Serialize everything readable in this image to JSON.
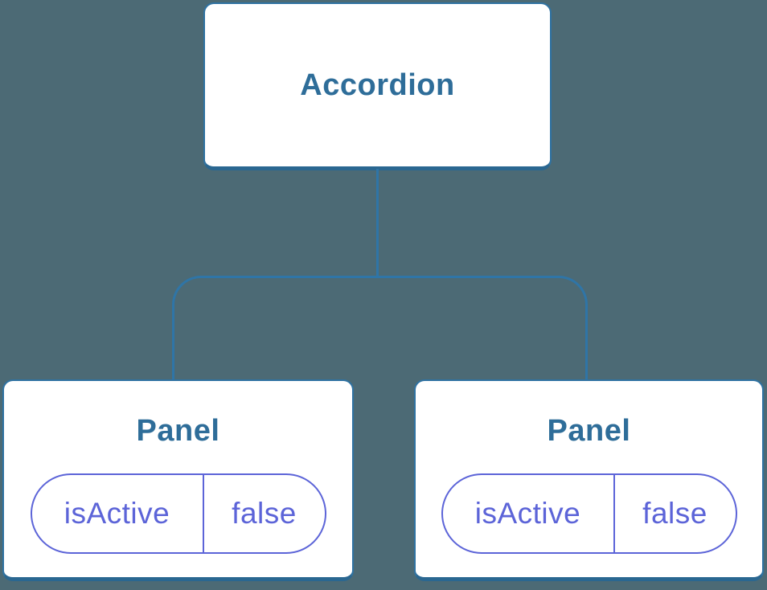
{
  "tree": {
    "root": {
      "label": "Accordion"
    },
    "children": [
      {
        "label": "Panel",
        "state": {
          "key": "isActive",
          "value": "false"
        }
      },
      {
        "label": "Panel",
        "state": {
          "key": "isActive",
          "value": "false"
        }
      }
    ]
  },
  "colors": {
    "background": "#4C6A75",
    "node_fill": "#FFFFFF",
    "node_border": "#2F72A2",
    "node_border_bottom": "#2A6791",
    "connector": "#2F75A7",
    "node_label_text": "#2E6D99",
    "state_accent": "#5C64D8"
  }
}
